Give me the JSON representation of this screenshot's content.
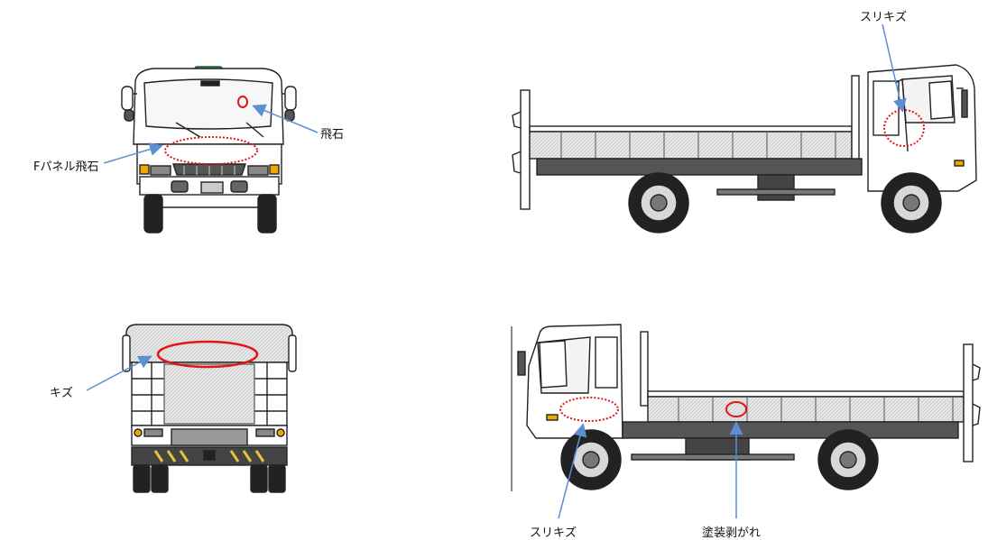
{
  "views": {
    "front": {
      "name": "front-view"
    },
    "rear": {
      "name": "rear-view"
    },
    "right_side": {
      "name": "right-side-view"
    },
    "left_side": {
      "name": "left-side-view"
    }
  },
  "annotations": {
    "front_windshield": "飛石",
    "front_panel": "Fパネル飛石",
    "rear_body": "キズ",
    "right_cab": "スリキズ",
    "left_cab": "スリキズ",
    "left_bed": "塗装剥がれ"
  },
  "colors": {
    "marker": "#e0161b",
    "arrow": "#5b8fd1",
    "line": "#222222"
  }
}
